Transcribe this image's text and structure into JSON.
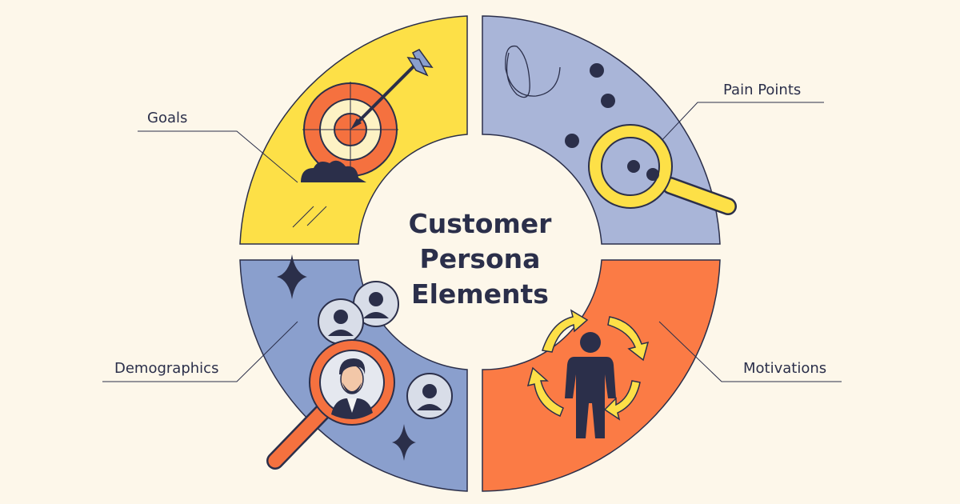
{
  "title": {
    "line1": "Customer",
    "line2": "Persona",
    "line3": "Elements"
  },
  "segments": [
    {
      "id": "goals",
      "label": "Goals",
      "color": "#fde047",
      "icon": "target-with-arrow-icon"
    },
    {
      "id": "pain-points",
      "label": "Pain Points",
      "color": "#a9b5d8",
      "icon": "magnifying-glass-icon"
    },
    {
      "id": "demographics",
      "label": "Demographics",
      "color": "#8a9fcd",
      "icon": "user-avatars-icon"
    },
    {
      "id": "motivations",
      "label": "Motivations",
      "color": "#fb7b45",
      "icon": "person-with-cycle-arrows-icon"
    }
  ],
  "colors": {
    "background": "#fdf7ea",
    "outline": "#2b2f4a",
    "accent_orange": "#f5713f",
    "accent_yellow": "#fde047"
  }
}
